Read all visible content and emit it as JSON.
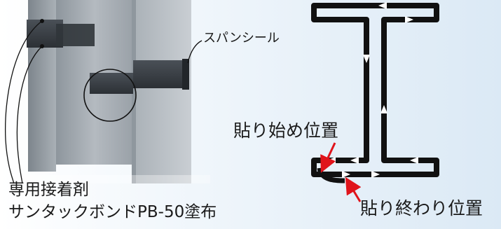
{
  "labels": {
    "span_seal": "スパンシール",
    "start_position": "貼り始め位置",
    "end_position": "貼り終わり位置",
    "adhesive_line1": "専用接着剤",
    "adhesive_line2": "サンタックボンドPB-50塗布"
  },
  "colors": {
    "background_left": "#ffffff",
    "background_right": "#dbe9f5",
    "steel": "#a0a7ae",
    "seal_tape": "#3b4046",
    "outline": "#111111",
    "marker_arrow": "#e0141b"
  }
}
